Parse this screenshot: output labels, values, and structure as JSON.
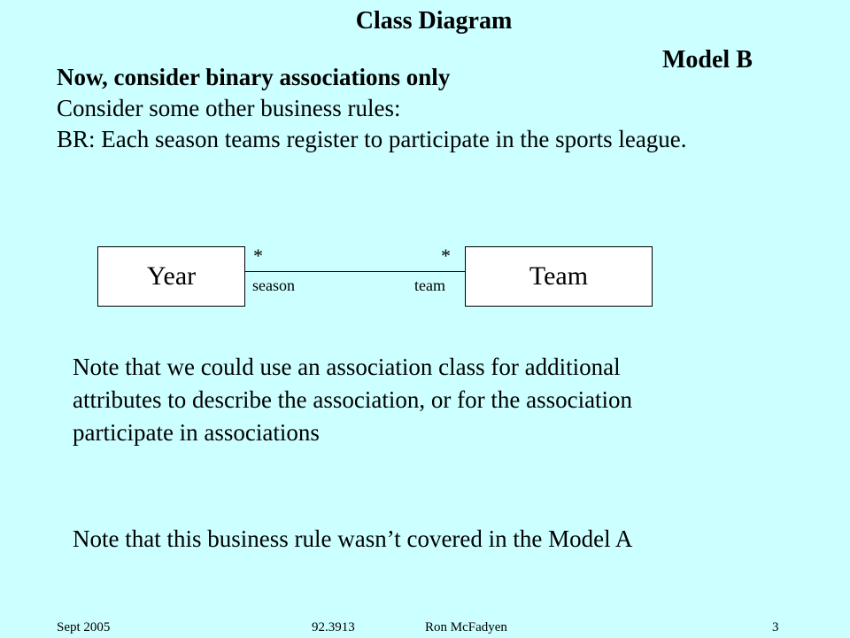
{
  "slide": {
    "title": "Class Diagram",
    "model_label": "Model B",
    "intro_lines": [
      "Now, consider binary associations only",
      "Consider some other business rules:",
      "BR: Each season teams register to participate in the sports league."
    ]
  },
  "diagram": {
    "left_class": "Year",
    "right_class": "Team",
    "left_multiplicity": "*",
    "right_multiplicity": "*",
    "left_role": "season",
    "right_role": "team"
  },
  "notes": {
    "note1_lines": [
      "Note that we could use an association class for additional",
      "attributes to describe the association, or for the association",
      "participate in associations"
    ],
    "note2": "Note that this business rule wasn’t covered in the Model A"
  },
  "footer": {
    "date": "Sept 2005",
    "course": "92.3913",
    "author": "Ron McFadyen",
    "page": "3"
  }
}
